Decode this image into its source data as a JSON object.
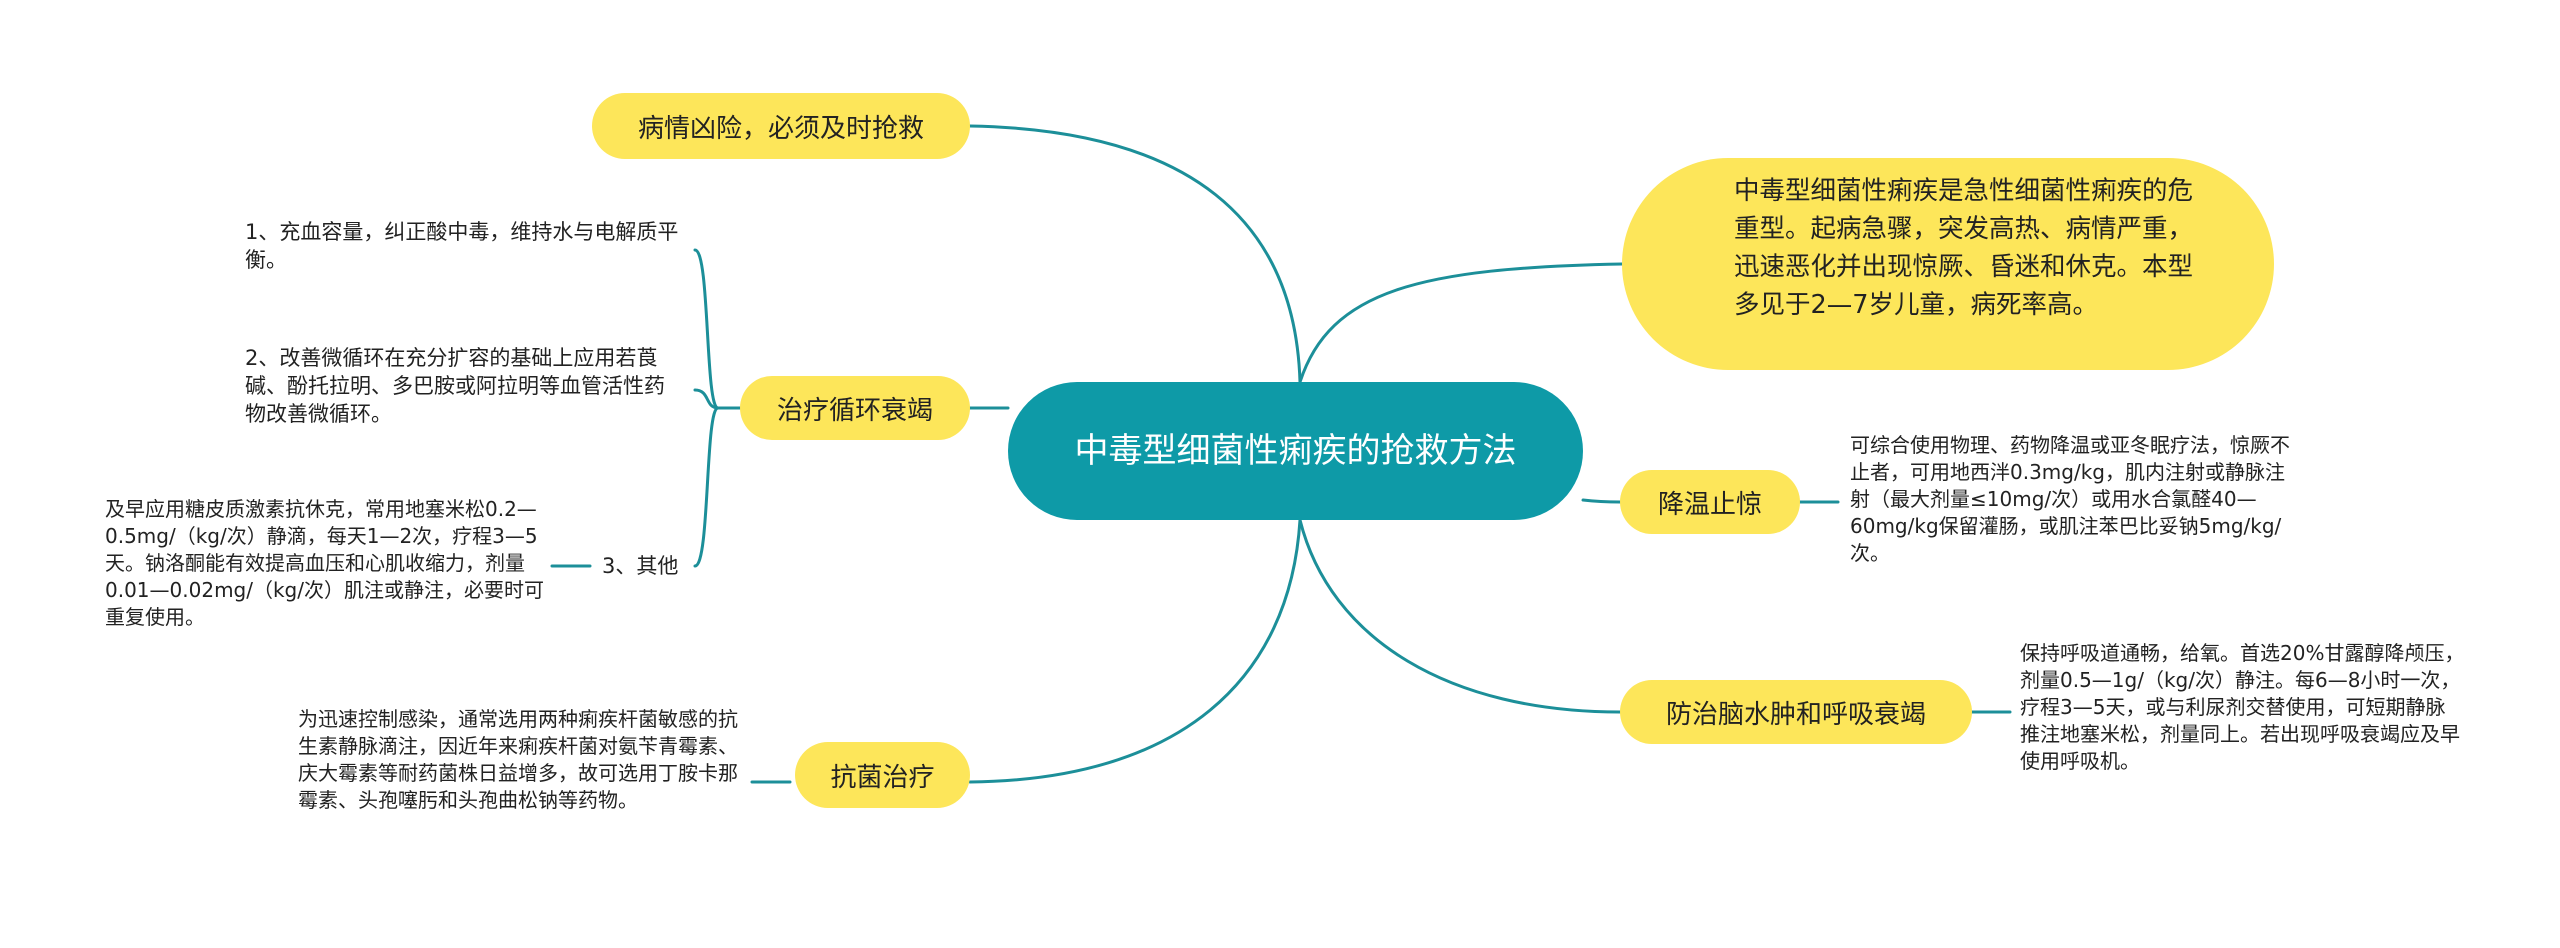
{
  "center": {
    "label": "中毒型细菌性痢疾的抢救方法"
  },
  "colors": {
    "center": "#0e9aa7",
    "node": "#fde65a",
    "link": "#1c8f99"
  },
  "branches": {
    "danger": {
      "label": "病情凶险，必须及时抢救"
    },
    "circulation": {
      "label": "治疗循环衰竭",
      "items": [
        {
          "text": "1、充血容量，纠正酸中毒，维持水与电解质平衡。"
        },
        {
          "text": "2、改善微循环在充分扩容的基础上应用若莨碱、酚托拉明、多巴胺或阿拉明等血管活性药物改善微循环。"
        },
        {
          "text": "3、其他",
          "note": "及早应用糖皮质激素抗休克，常用地塞米松0.2—0.5mg/（kg/次）静滴，每天1—2次，疗程3—5天。钠洛酮能有效提高血压和心肌收缩力，剂量0.01—0.02mg/（kg/次）肌注或静注，必要时可重复使用。"
        }
      ]
    },
    "antibiotic": {
      "label": "抗菌治疗",
      "note": "为迅速控制感染，通常选用两种痢疾杆菌敏感的抗生素静脉滴注，因近年来痢疾杆菌对氨苄青霉素、庆大霉素等耐药菌株日益增多，故可选用丁胺卡那霉素、头孢噻肟和头孢曲松钠等药物。"
    },
    "intro": {
      "text": "中毒型细菌性痢疾是急性细菌性痢疾的危重型。起病急骤，突发高热、病情严重，迅速恶化并出现惊厥、昏迷和休克。本型多见于2—7岁儿童，病死率高。"
    },
    "cooling": {
      "label": "降温止惊",
      "note": "可综合使用物理、药物降温或亚冬眠疗法，惊厥不止者，可用地西泮0.3mg/kg，肌内注射或静脉注射（最大剂量≤10mg/次）或用水合氯醛40—60mg/kg保留灌肠，或肌注苯巴比妥钠5mg/kg/次。"
    },
    "edema": {
      "label": "防治脑水肿和呼吸衰竭",
      "note": "保持呼吸道通畅，给氧。首选20%甘露醇降颅压，剂量0.5—1g/（kg/次）静注。每6—8小时一次，疗程3—5天，或与利尿剂交替使用，可短期静脉推注地塞米松，剂量同上。若出现呼吸衰竭应及早使用呼吸机。"
    }
  }
}
